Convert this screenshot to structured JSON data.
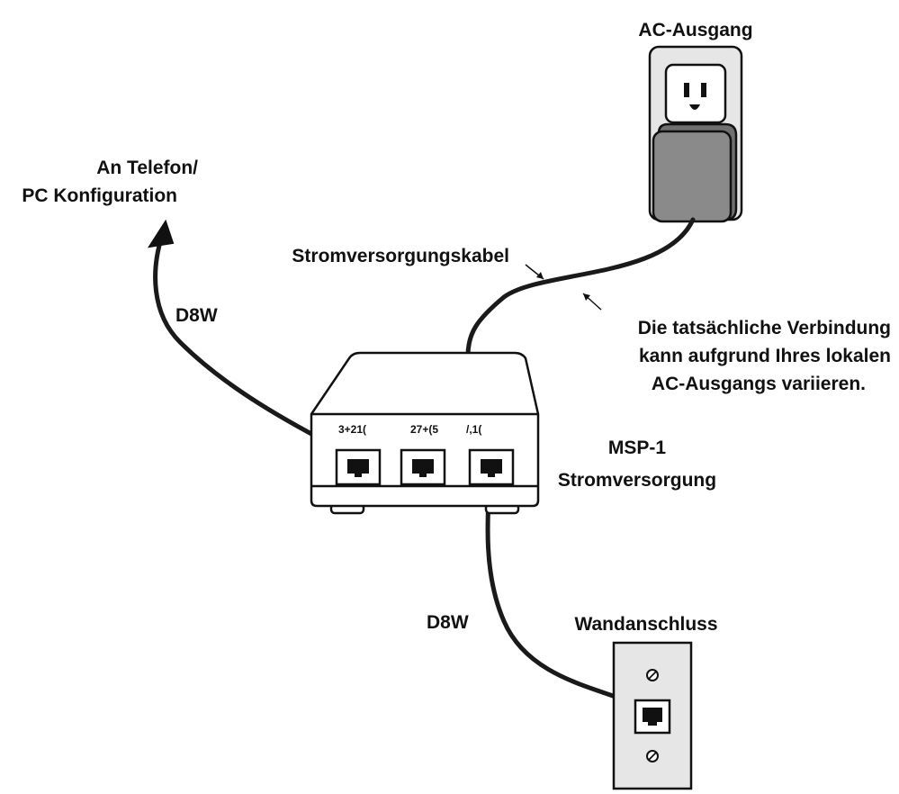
{
  "labels": {
    "ac_outlet": "AC-Ausgang",
    "to_phone_line1": "An Telefon/",
    "to_phone_line2": "PC Konfiguration",
    "power_cable": "Stromversorgungskabel",
    "note_line1": "Die tatsächliche Verbindung",
    "note_line2": "kann aufgrund Ihres lokalen",
    "note_line3": "AC-Ausgangs variieren.",
    "d8w_top": "D8W",
    "d8w_bottom": "D8W",
    "device_line1": "MSP-1",
    "device_line2": "Stromversorgung",
    "wall_jack": "Wandanschluss"
  },
  "ports": {
    "phone": "3+21(",
    "other": "27+(5",
    "line": "/,1("
  },
  "icons": {
    "outlet": "ac-outlet-icon",
    "adapter": "power-adapter-icon",
    "device": "msp-1-power-supply-icon",
    "wall_plate": "wall-jack-icon"
  },
  "colors": {
    "line": "#111111",
    "adapter_fill": "#8a8a8a",
    "plate_fill": "#e6e6e6",
    "device_fill": "#ffffff"
  }
}
